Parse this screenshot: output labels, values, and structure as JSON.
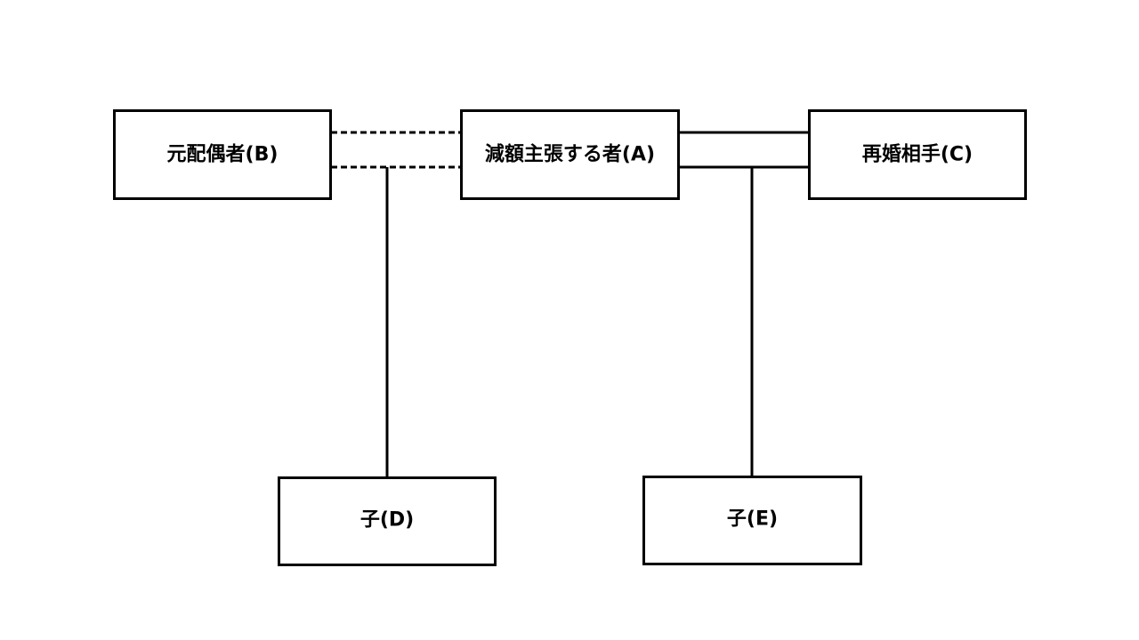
{
  "nodes": {
    "former_spouse": {
      "label": "元配偶者(B)"
    },
    "claimant": {
      "label": "減額主張する者(A)"
    },
    "new_spouse": {
      "label": "再婚相手(C)"
    },
    "child_d": {
      "label": "子(D)"
    },
    "child_e": {
      "label": "子(E)"
    }
  },
  "relations": [
    {
      "from": "former_spouse",
      "to": "claimant",
      "kind": "former-marriage",
      "style": "dashed-double-line"
    },
    {
      "from": "claimant",
      "to": "new_spouse",
      "kind": "marriage",
      "style": "solid-double-line"
    },
    {
      "parents": [
        "former_spouse",
        "claimant"
      ],
      "child": "child_d",
      "style": "solid"
    },
    {
      "parents": [
        "claimant",
        "new_spouse"
      ],
      "child": "child_e",
      "style": "solid"
    }
  ]
}
